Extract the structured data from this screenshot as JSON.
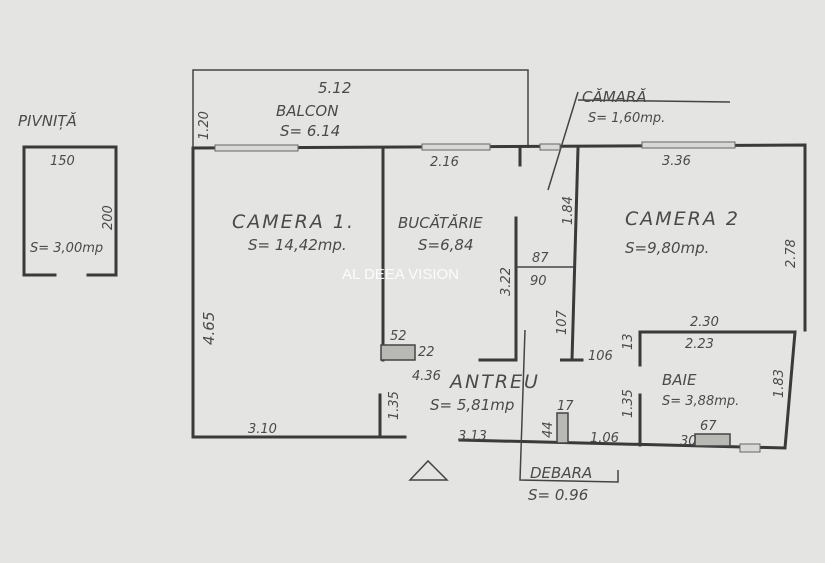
{
  "watermark": "AL DEEA VISION",
  "rooms": {
    "pivnita": {
      "name": "PIVNIȚĂ",
      "area": "S= 3,00mp",
      "width": "150",
      "length": "200"
    },
    "balcon": {
      "name": "BALCON",
      "area": "S= 6.14",
      "width": "5.12",
      "depth": "1.20"
    },
    "camera1": {
      "name": "CAMERA 1.",
      "area": "S= 14,42mp.",
      "height": "4.65",
      "bottom": "3.10"
    },
    "bucatarie": {
      "name": "BUCĂTĂRIE",
      "area": "S=6,84",
      "top": "2.16",
      "side": "3.22"
    },
    "camara": {
      "name": "CĂMARĂ",
      "area": "S= 1,60mp.",
      "side": "1.84",
      "w1": "87",
      "w2": "90"
    },
    "camera2": {
      "name": "CAMERA 2",
      "area": "S=9,80mp.",
      "top": "3.36",
      "side": "2.78"
    },
    "antreu": {
      "name": "ANTREU",
      "area": "S= 5,81mp",
      "d436": "4.36",
      "d135": "1.35",
      "d313": "3.13",
      "d107": "107",
      "d106a": "106",
      "d106b": "1.06"
    },
    "baie": {
      "name": "BAIE",
      "area": "S= 3,88mp.",
      "top_outer": "2.30",
      "top_inner": "2.23",
      "side": "1.83",
      "left": "1.35",
      "small": "13"
    },
    "debara": {
      "name": "DEBARA",
      "area": "S= 0.96"
    }
  },
  "fixtures": {
    "kitchen_duct": {
      "w": "52",
      "h": "22"
    },
    "hall_duct": {
      "w": "17",
      "h": "44"
    },
    "bath_duct": {
      "w": "67",
      "h": "30"
    }
  }
}
